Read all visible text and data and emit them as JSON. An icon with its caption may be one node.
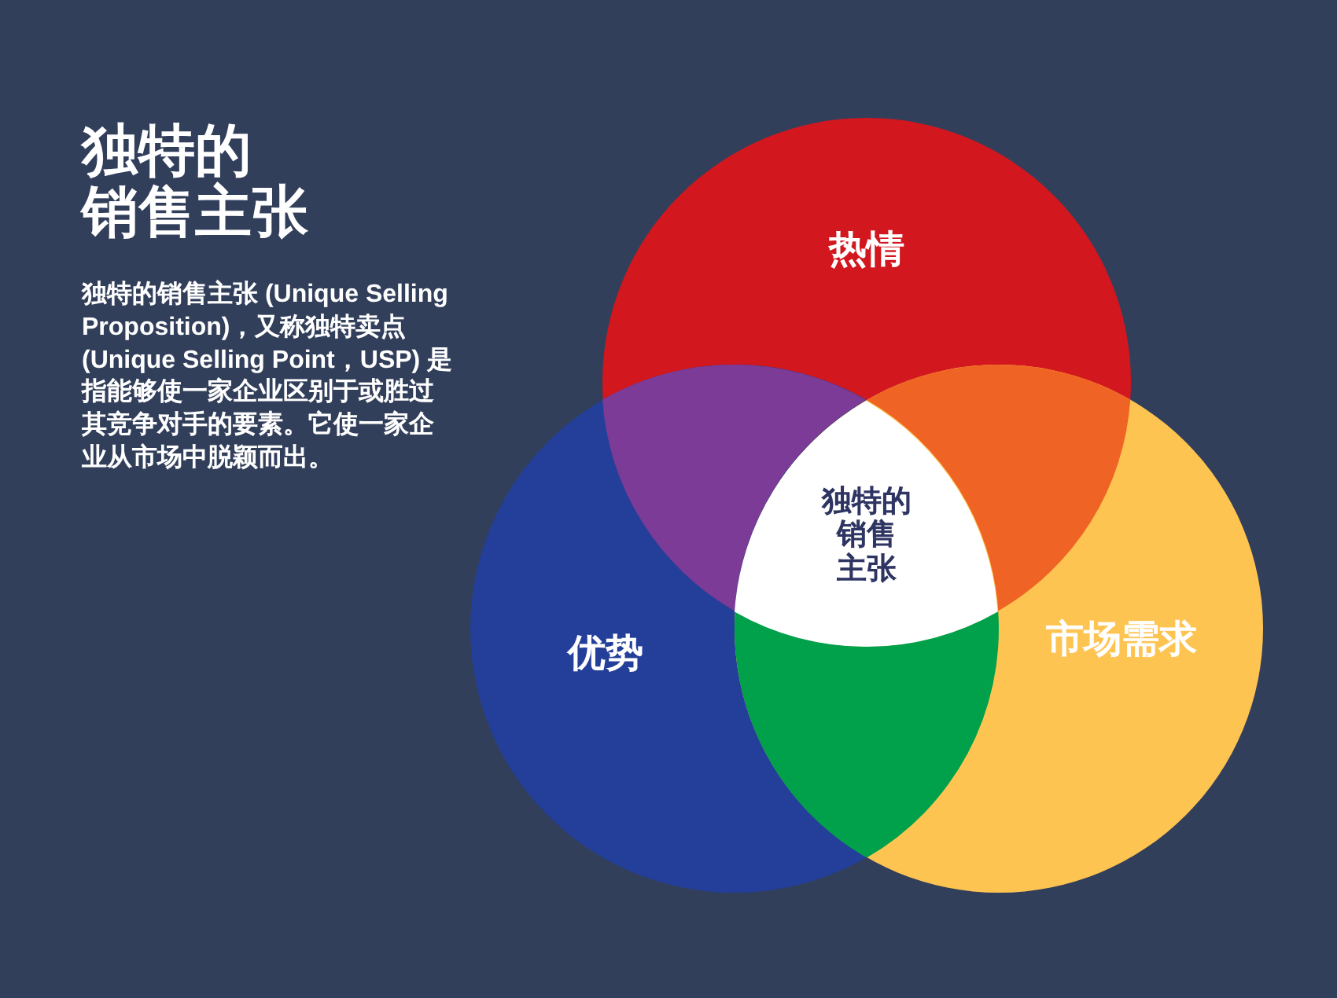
{
  "diagram": {
    "title": "独特的销售主张",
    "nodes": [
      {
        "text": [
          "热情"
        ]
      },
      {
        "text": [
          "优势"
        ]
      },
      {
        "text": [
          "市场需求"
        ]
      },
      {
        "text": [
          "独特的销售主张"
        ]
      },
      {
        "text": [],
        "shape": "lens"
      },
      {
        "text": [],
        "shape": "lens"
      },
      {
        "text": [],
        "shape": "lens"
      }
    ],
    "labels": [
      "独特的销售主张 (Unique Selling Proposition)，又称独特卖点 (Unique Selling Point，USP) 是指能够使一家企业区别于或胜过其竞争对手的要素。它使一家企业从市场中脱颖而出。"
    ]
  }
}
